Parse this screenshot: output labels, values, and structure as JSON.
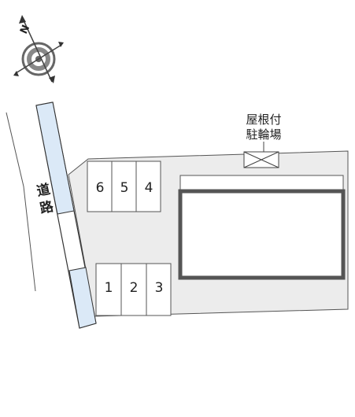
{
  "compass": {
    "north_label": "N",
    "icon": "compass-rose-icon"
  },
  "road": {
    "label": "道路"
  },
  "covered_bicycle_parking": {
    "label_line1": "屋根付",
    "label_line2": "駐輪場"
  },
  "parking": {
    "upper_row": [
      "6",
      "5",
      "4"
    ],
    "lower_row": [
      "1",
      "2",
      "3"
    ]
  },
  "colors": {
    "lot": "#ececec",
    "sidewalk": "#dbe9f7",
    "building_outline": "#555555",
    "line": "#444444"
  }
}
